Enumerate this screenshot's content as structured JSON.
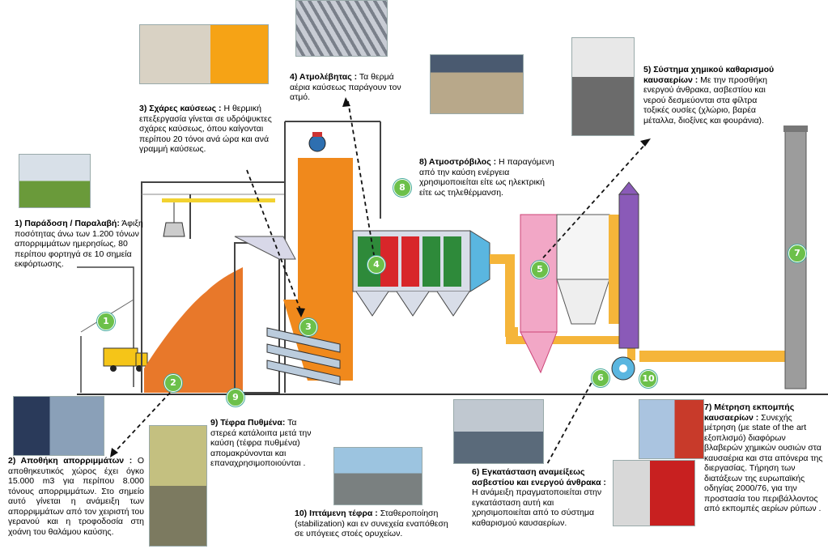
{
  "labels": {
    "l1": {
      "title": "1) Παράδοση / Παραλαβή:",
      "body": "Άφιξη ποσότητας άνω των 1.200 τόνων απορριμμάτων ημερησίως, 80 περίπου φορτηγά σε 10 σημεία εκφόρτωσης."
    },
    "l2": {
      "title": "2) Αποθήκη απορριμμάτων :",
      "body": "Ο αποθηκευτικός χώρος έχει όγκο 15.000 m3 για περίπου 8.000 τόνους απορριμμάτων. Στο σημείο αυτό γίνεται η ανάμειξη των απορριμμάτων από τον χειριστή του γερανού και η τροφοδοσία στη χοάνη του θαλάμου καύσης."
    },
    "l3": {
      "title": "3) Σχάρες καύσεως :",
      "body": "Η θερμική επεξεργασία γίνεται σε υδρόψυκτες σχάρες καύσεως, όπου καίγονται περίπου 20 τόνοι ανά ώρα και ανά γραμμή καύσεως."
    },
    "l4": {
      "title": "4) Ατμολέβητας :",
      "body": "Τα θερμά αέρια καύσεως παράγουν τον ατμό."
    },
    "l5": {
      "title": "5) Σύστημα χημικού καθαρισμού καυσαερίων :",
      "body": "Με την προσθήκη ενεργού άνθρακα, ασβεστίου και νερού δεσμεύονται στα φίλτρα τοξικές ουσίες (χλώριο, βαρέα μέταλλα, διοξίνες και φουράνια)."
    },
    "l6": {
      "title": "6) Εγκατάσταση αναμείξεως ασβεστίου και ενεργού άνθρακα :",
      "body": "Η ανάμειξη πραγματοποιείται στην εγκατάσταση αυτή και χρησιμοποιείται από το σύστημα καθαρισμού καυσαερίων."
    },
    "l7": {
      "title": "7) Μέτρηση εκπομπής καυσαερίων :",
      "body": "Συνεχής μέτρηση (με state of the art εξοπλισμό) διαφόρων βλαβερών χημικών ουσιών στα καυσαέρια και στα απόνερα της διεργασίας. Τήρηση των διατάξεων της ευρωπαϊκής οδηγίας 2000/76, για την προστασία του περιβάλλοντος από εκπομπές αερίων ρύπων ."
    },
    "l8": {
      "title": "8) Ατμοστρόβιλος :",
      "body": "Η παραγόμενη από την καύση ενέργεια χρησιμοποιείται είτε ως ηλεκτρική είτε ως τηλεθέρμανση."
    },
    "l9": {
      "title": "9) Τέφρα Πυθμένα:",
      "body": "Τα στερεά κατάλοιπα μετά την καύση (τέφρα πυθμένα) απομακρύνονται και επαναχρησιμοποιούνται ."
    },
    "l10": {
      "title": "10) Ιπτάμενη τέφρα :",
      "body": "Σταθεροποίηση (stabilization) και εν συνεχεία εναπόθεση σε υπόγειες στοές ορυχείων."
    }
  },
  "badges": [
    "1",
    "2",
    "3",
    "4",
    "5",
    "6",
    "7",
    "8",
    "9",
    "10"
  ],
  "colors": {
    "badge": "#6cc04a",
    "boiler": "#f0891c",
    "waste": "#e8782a",
    "pipe": "#f5b53a",
    "filter": "#f2a7c6",
    "stack": "#9c9c9c",
    "purple": "#8a5ab8"
  }
}
